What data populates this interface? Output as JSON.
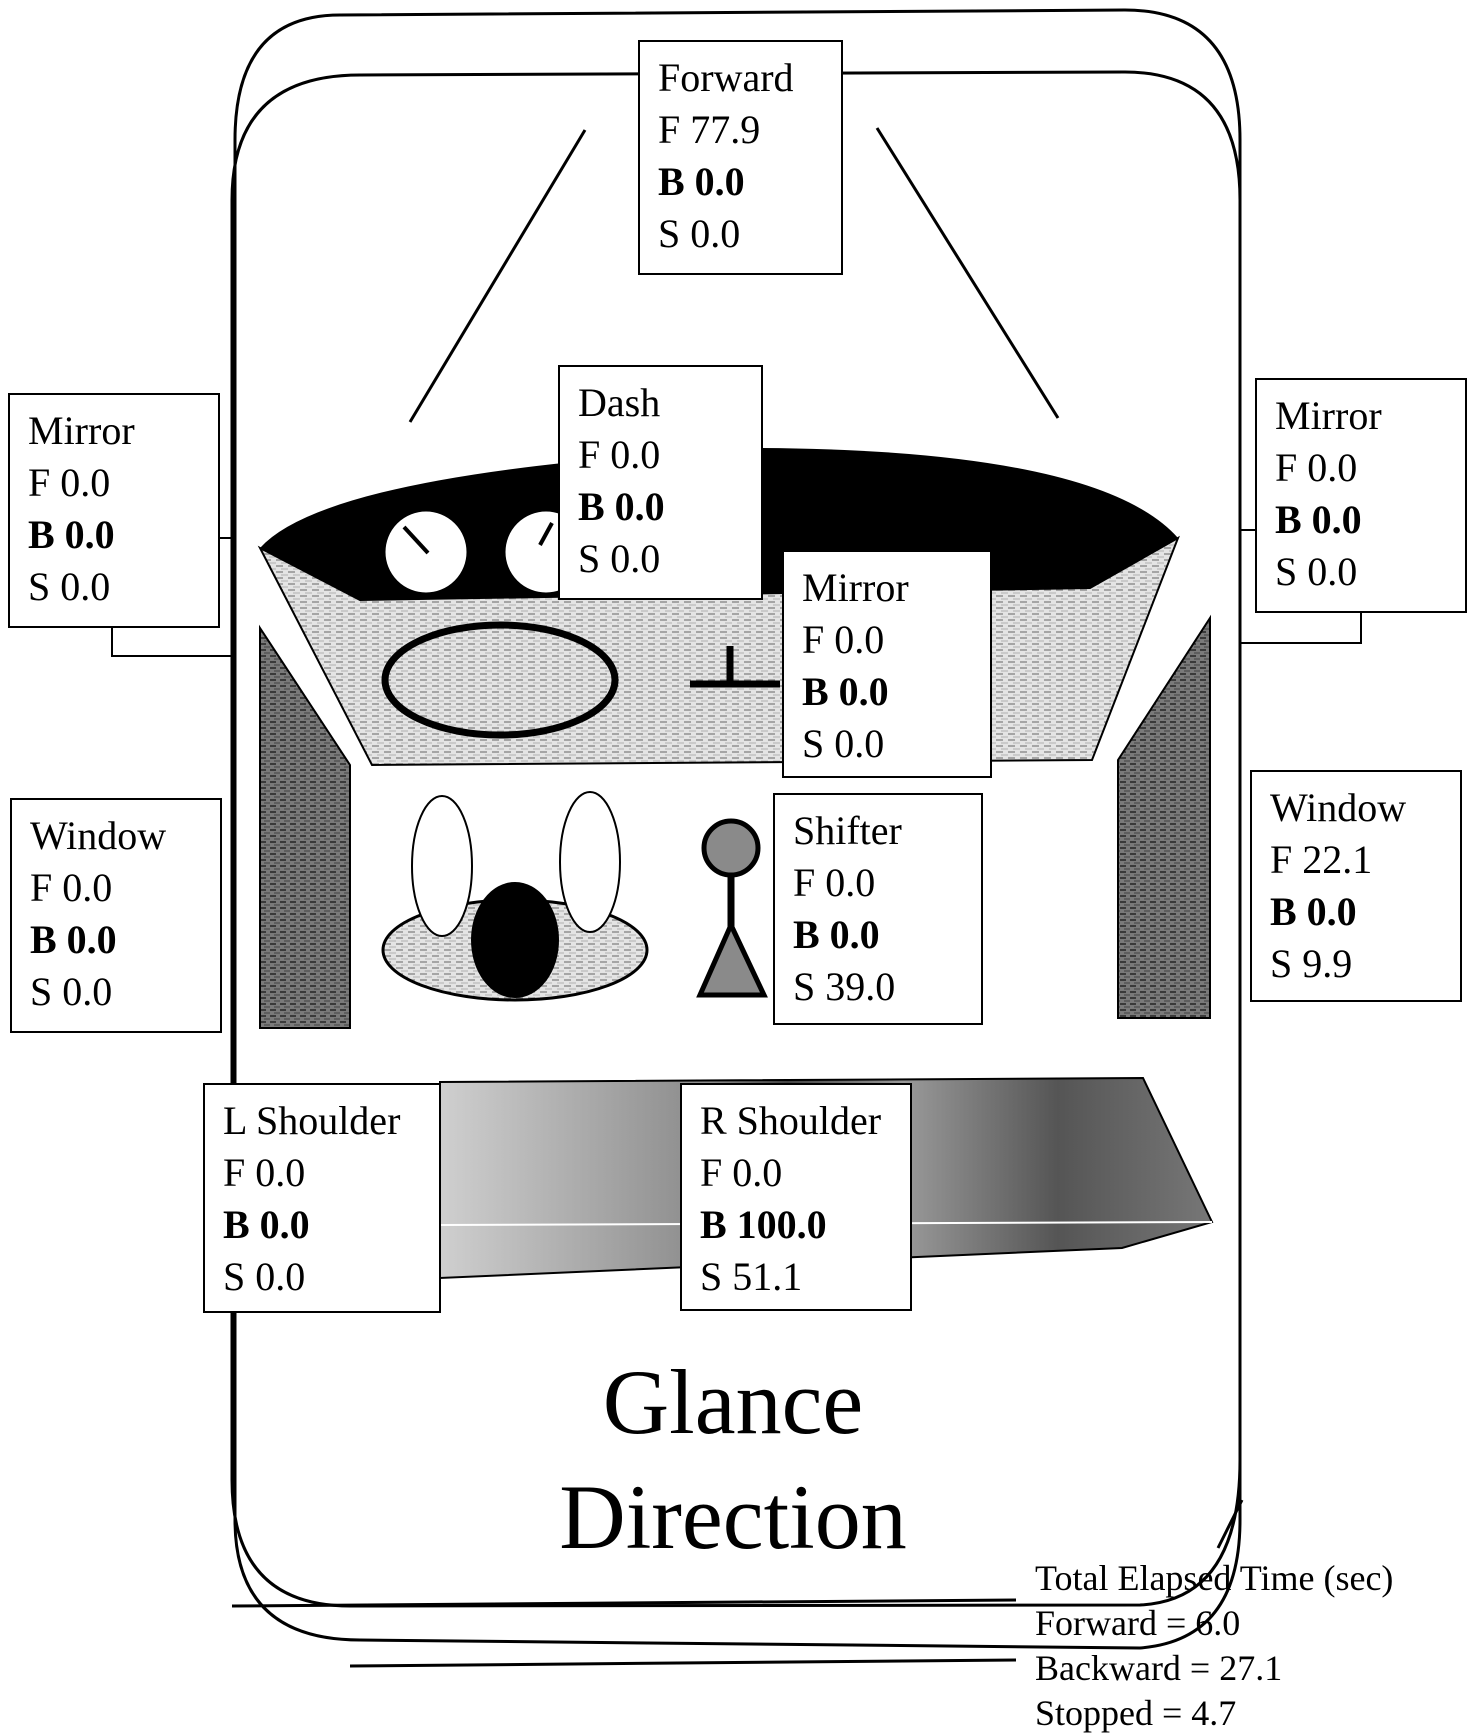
{
  "title": {
    "line1": "Glance",
    "line2": "Direction"
  },
  "zones": {
    "forward": {
      "name": "Forward",
      "f": "F 77.9",
      "b": "B 0.0",
      "s": "S 0.0"
    },
    "dash": {
      "name": "Dash",
      "f": "F 0.0",
      "b": "B 0.0",
      "s": "S 0.0"
    },
    "left_mirror": {
      "name": "Mirror",
      "f": "F 0.0",
      "b": "B 0.0",
      "s": "S 0.0"
    },
    "right_mirror": {
      "name": "Mirror",
      "f": "F 0.0",
      "b": "B 0.0",
      "s": "S 0.0"
    },
    "center_mirror": {
      "name": "Mirror",
      "f": "F 0.0",
      "b": "B 0.0",
      "s": "S 0.0"
    },
    "left_window": {
      "name": "Window",
      "f": "F 0.0",
      "b": "B 0.0",
      "s": "S 0.0"
    },
    "right_window": {
      "name": "Window",
      "f": "F 22.1",
      "b": "B 0.0",
      "s": "S 9.9"
    },
    "shifter": {
      "name": "Shifter",
      "f": "F 0.0",
      "b": "B 0.0",
      "s": "S 39.0"
    },
    "l_shoulder": {
      "name": "L Shoulder",
      "f": "F 0.0",
      "b": "B 0.0",
      "s": "S 0.0"
    },
    "r_shoulder": {
      "name": "R Shoulder",
      "f": "F 0.0",
      "b": "B 100.0",
      "s": "S 51.1"
    }
  },
  "totals": {
    "heading": "Total Elapsed Time (sec)",
    "forward": "Forward = 6.0",
    "backward": "Backward = 27.1",
    "stopped": "Stopped = 4.7"
  },
  "colors": {
    "ink": "#000000",
    "paper": "#ffffff",
    "texture": "#9a9a9a"
  }
}
